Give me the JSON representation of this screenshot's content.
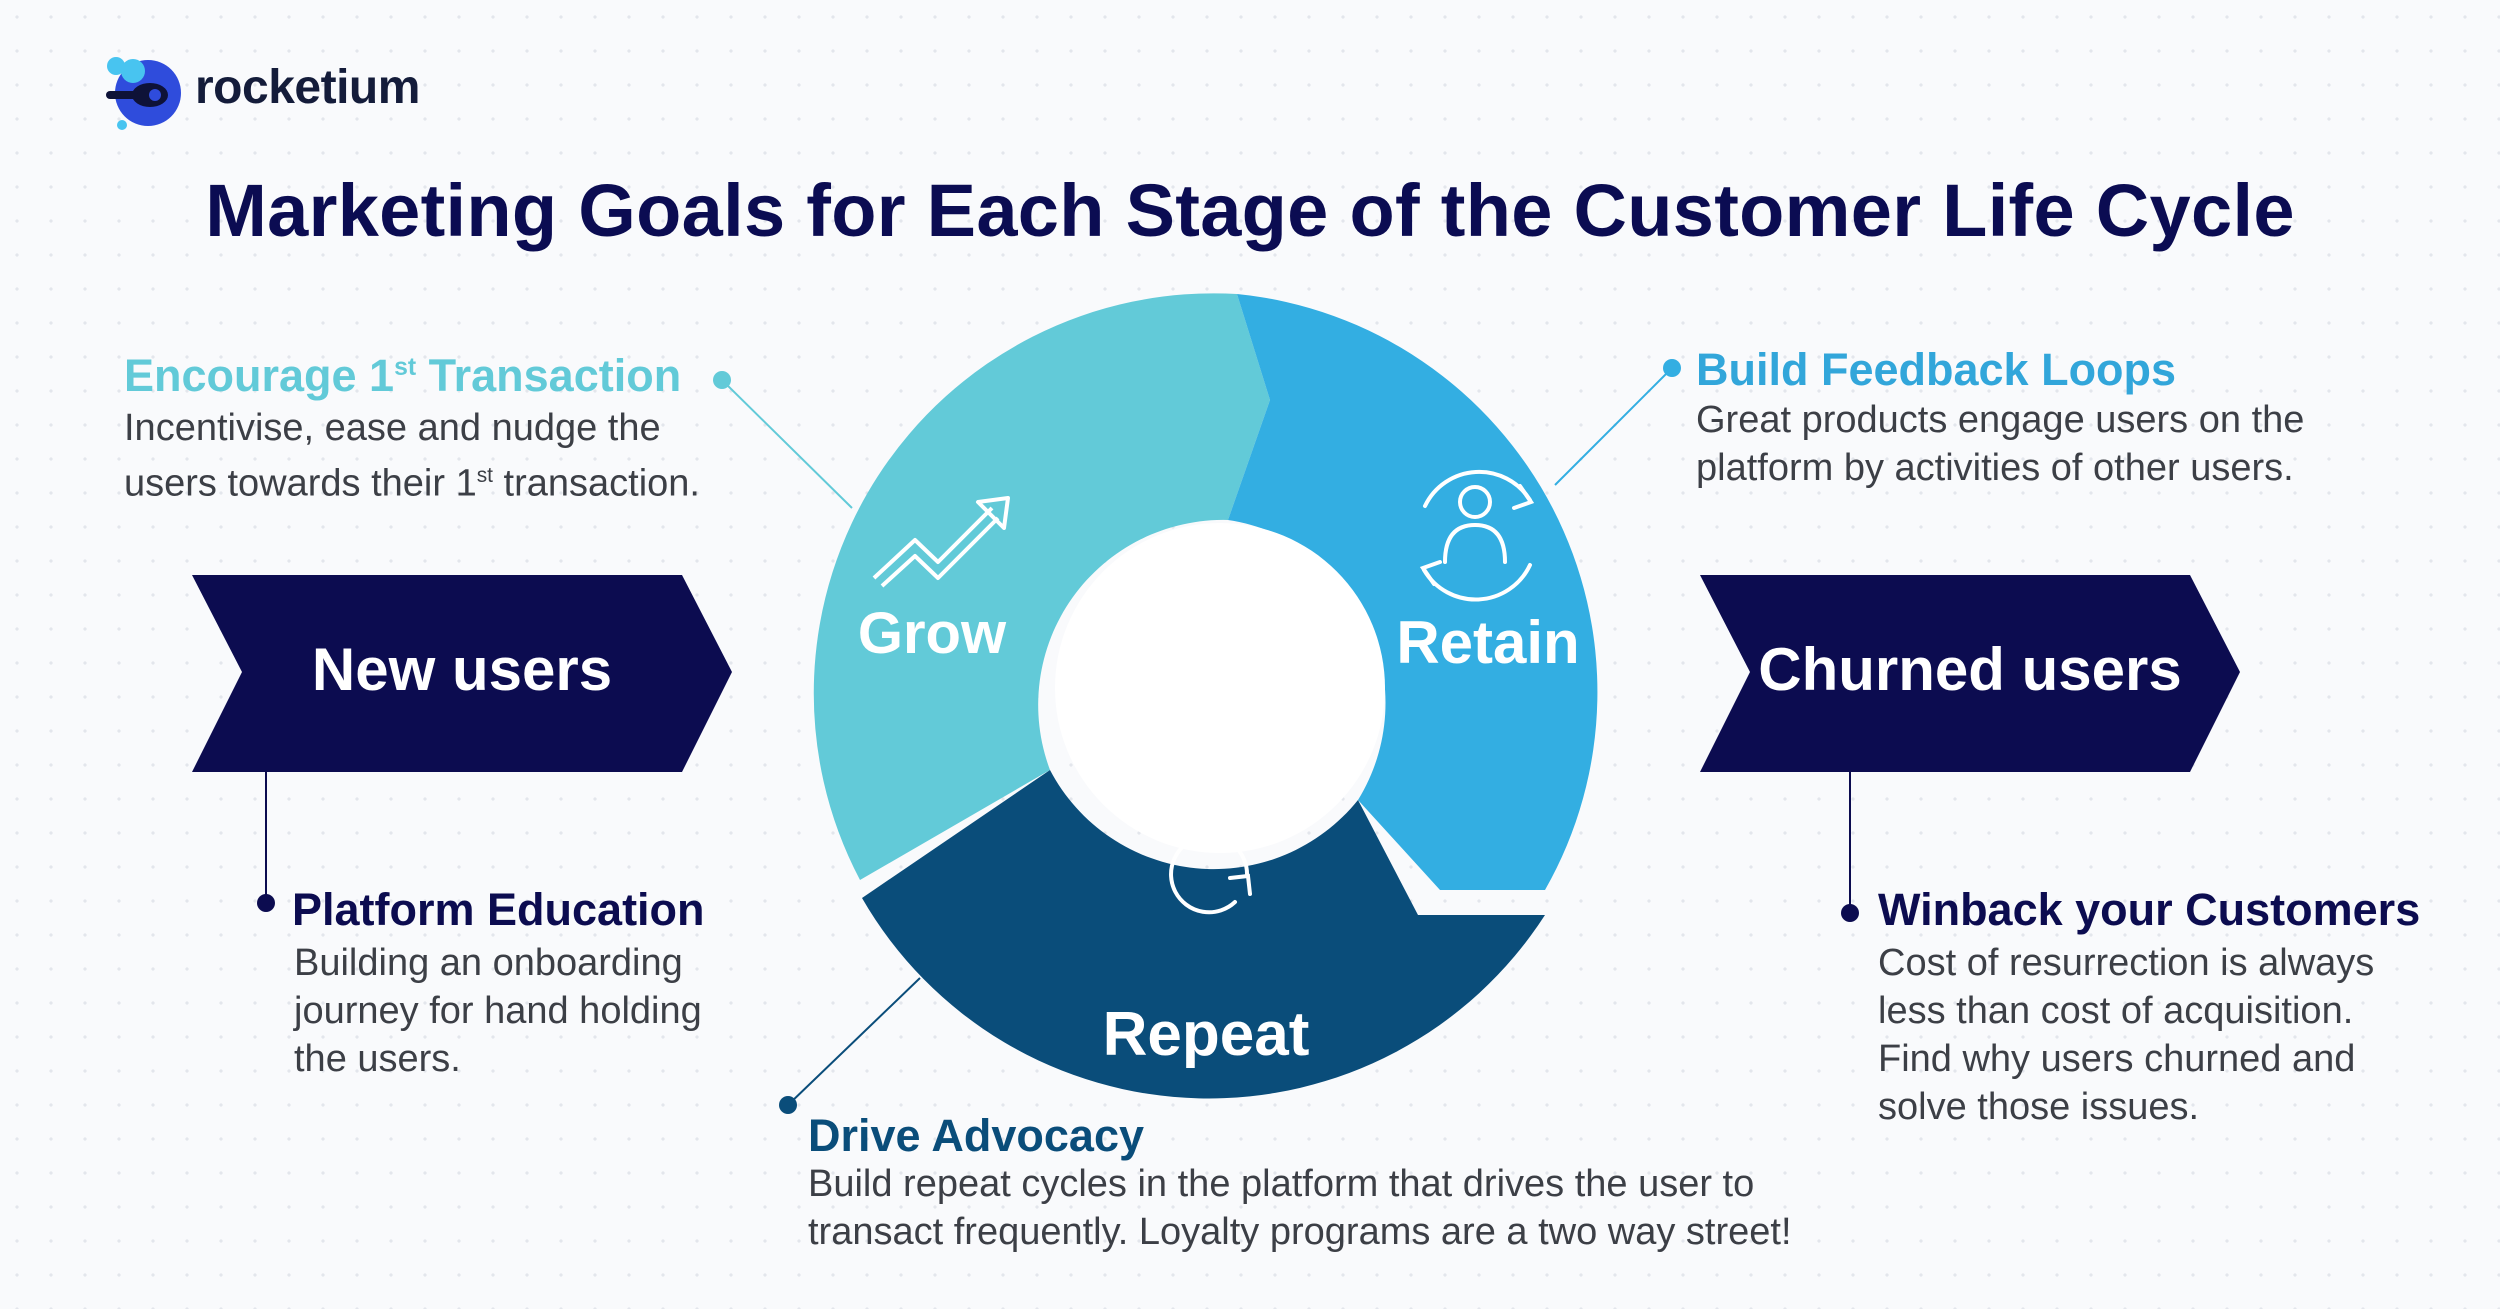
{
  "brand": {
    "name": "rocketium"
  },
  "title": "Marketing Goals for Each Stage of the Customer Life Cycle",
  "stages": {
    "new_users": "New users",
    "churned_users": "Churned users"
  },
  "cycle": {
    "grow": "Grow",
    "retain": "Retain",
    "repeat": "Repeat"
  },
  "callouts": {
    "encourage": {
      "title_main": "Encourage 1",
      "title_sup": "st",
      "title_end": " Transaction",
      "line1": "Incentivise, ease and nudge the",
      "line2_main": "users towards their 1",
      "line2_sup": "st",
      "line2_end": " transaction."
    },
    "feedback": {
      "title": "Build Feedback Loops",
      "body": "Great products engage users on the\nplatform by activities of other users."
    },
    "education": {
      "title": "Platform Education",
      "body": "Building an onboarding\njourney for hand holding\nthe users."
    },
    "advocacy": {
      "title": "Drive Advocacy",
      "body": "Build repeat cycles in the platform that drives the user to\ntransact frequently. Loyalty programs are a two way street!"
    },
    "winback": {
      "title": "Winback your Customers",
      "body": "Cost of resurrection is always\nless than cost of acquisition.\nFind why users churned and\nsolve those issues."
    }
  },
  "colors": {
    "grow": "#62cad8",
    "retain": "#33aee2",
    "repeat": "#0a4d7a",
    "navy": "#0c0c50"
  },
  "icons": {
    "logo": "rocket-logo-icon",
    "grow": "trend-up-arrow-icon",
    "retain": "user-cycle-icon",
    "repeat": "refresh-icon"
  }
}
